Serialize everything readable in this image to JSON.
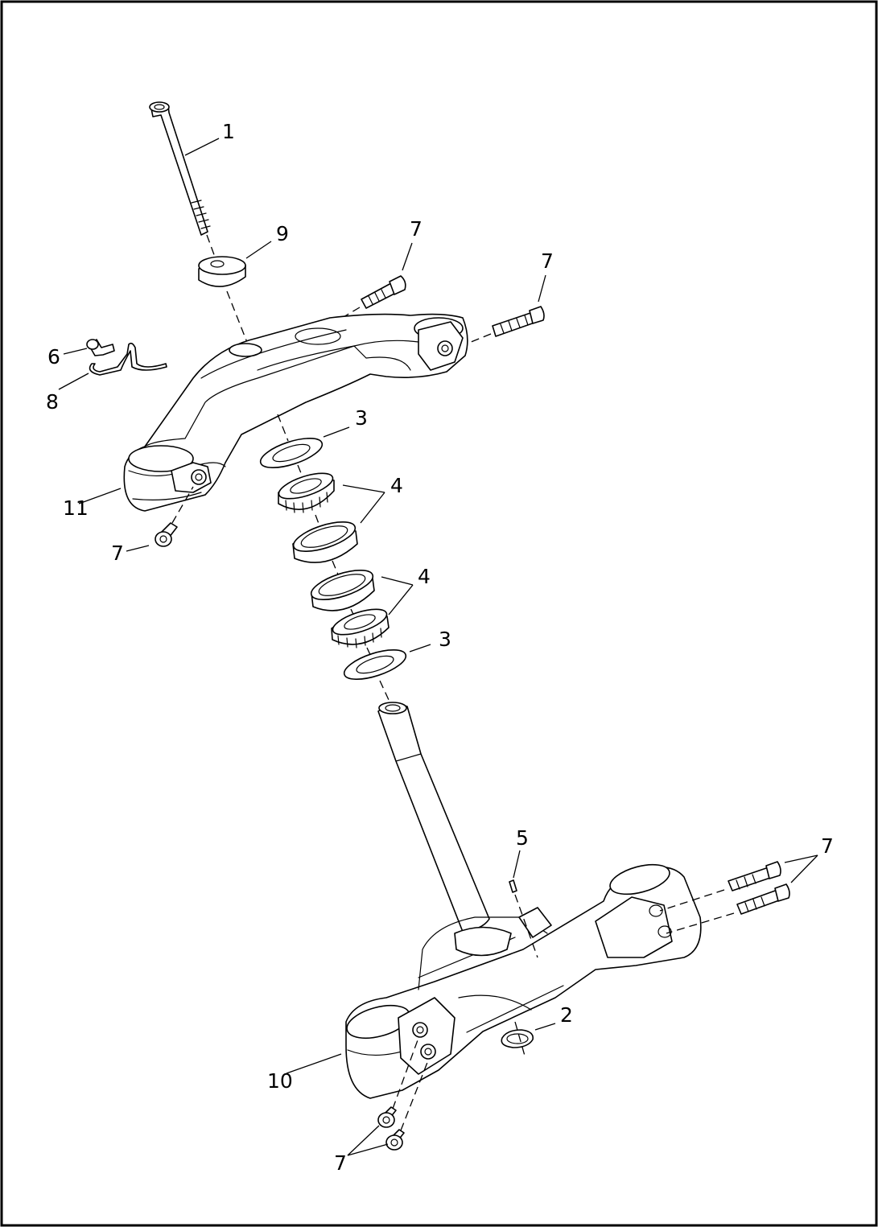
{
  "diagram": {
    "callouts": [
      {
        "id": "c1",
        "text": "1"
      },
      {
        "id": "c9",
        "text": "9"
      },
      {
        "id": "c7a",
        "text": "7"
      },
      {
        "id": "c7b",
        "text": "7"
      },
      {
        "id": "c6",
        "text": "6"
      },
      {
        "id": "c8",
        "text": "8"
      },
      {
        "id": "c3a",
        "text": "3"
      },
      {
        "id": "c4a",
        "text": "4"
      },
      {
        "id": "c11",
        "text": "11"
      },
      {
        "id": "c7c",
        "text": "7"
      },
      {
        "id": "c4b",
        "text": "4"
      },
      {
        "id": "c3b",
        "text": "3"
      },
      {
        "id": "c5",
        "text": "5"
      },
      {
        "id": "c7d",
        "text": "7"
      },
      {
        "id": "c2",
        "text": "2"
      },
      {
        "id": "c10",
        "text": "10"
      },
      {
        "id": "c7e",
        "text": "7"
      }
    ],
    "colors": {
      "line": "#000000",
      "background": "#ffffff",
      "border": "#000000"
    }
  }
}
